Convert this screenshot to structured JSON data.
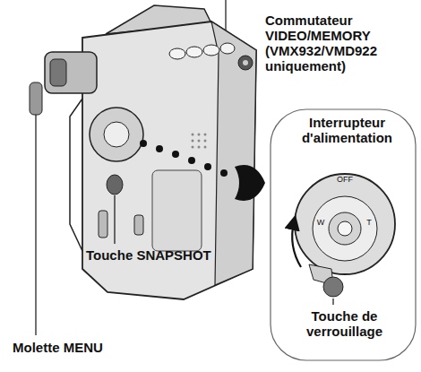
{
  "diagram": {
    "labels": [
      "Commutateur VIDEO/MEMORY (VMX932/VMD922 uniquement)",
      "Interrupteur d'alimentation",
      "Touche de verrouillage",
      "Touche SNAPSHOT",
      "Molette MENU",
      "OFF",
      "W",
      "T"
    ]
  }
}
